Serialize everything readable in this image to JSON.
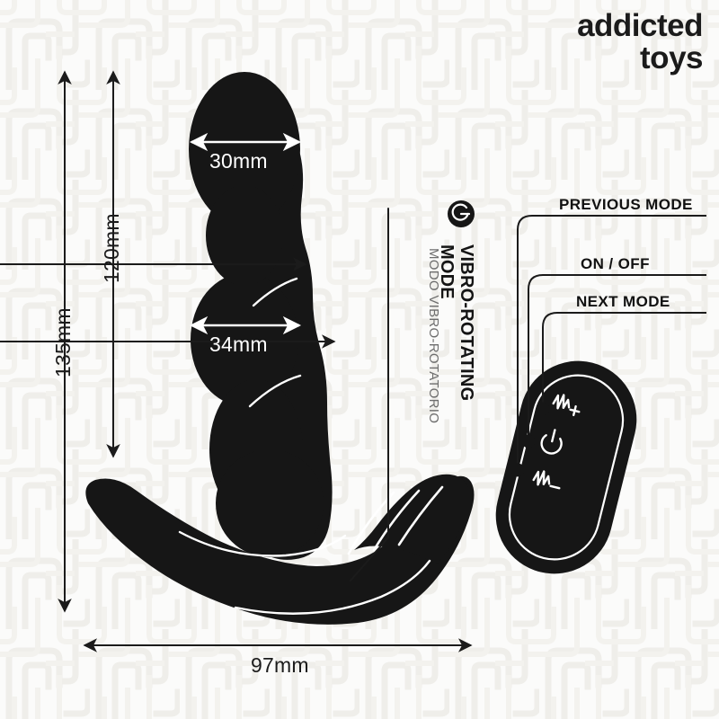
{
  "brand": {
    "line1": "addicted",
    "line2": "toys"
  },
  "dimensions": {
    "total_height": "135mm",
    "insertable_height": "120mm",
    "head_width": "30mm",
    "shaft_width": "34mm",
    "total_width": "97mm"
  },
  "mode": {
    "icon": "power-rotate-icon",
    "title_line1": "VIBRO-ROTATING",
    "title_line2": "MODE",
    "subtitle": "MODO VIBRO-ROTATORIO"
  },
  "remote": {
    "callouts": [
      {
        "label": "PREVIOUS MODE",
        "icon": "wave-plus-icon"
      },
      {
        "label": "ON / OFF",
        "icon": "power-icon"
      },
      {
        "label": "NEXT MODE",
        "icon": "wave-minus-icon"
      }
    ]
  },
  "colors": {
    "product": "#161616",
    "background": "#fbfbfa",
    "watermark": "#f0efec",
    "text": "#1b1b1b",
    "subtext": "#6d6d6d",
    "highlight": "#ffffff"
  }
}
